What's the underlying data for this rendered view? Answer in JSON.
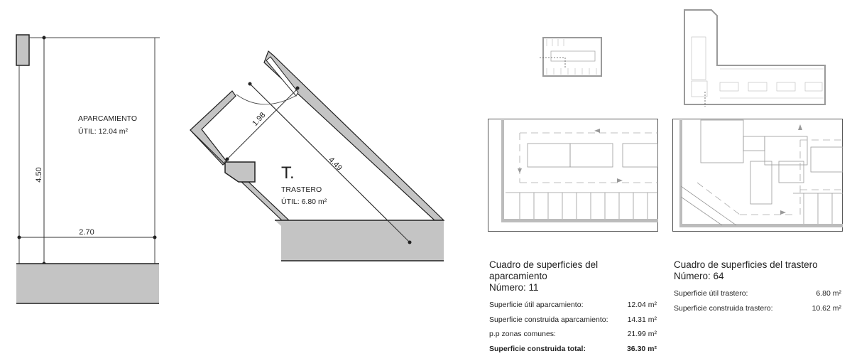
{
  "parking_plan": {
    "label": "APARCAMIENTO",
    "area": "ÚTIL: 12.04 m²",
    "dim_height": "4.50",
    "dim_width": "2.70"
  },
  "storage_plan": {
    "letter": "T.",
    "label": "TRASTERO",
    "area": "ÚTIL: 6.80 m²",
    "dim_width": "1.98",
    "dim_length": "4.49"
  },
  "key_plans": {
    "small_overview": "floor-plan-overview-parking",
    "large_overview": "floor-plan-overview-storage",
    "detail_left": "floor-plan-detail-parking",
    "detail_right": "floor-plan-detail-storage"
  },
  "parking_table": {
    "title": "Cuadro de superficies del aparcamiento",
    "number": "Número: 11",
    "rows": [
      {
        "label": "Superficie útil aparcamiento:",
        "value": "12.04 m²"
      },
      {
        "label": "Superficie construida aparcamiento:",
        "value": "14.31 m²"
      },
      {
        "label": "p.p zonas comunes:",
        "value": "21.99 m²"
      },
      {
        "label": "Superficie construida total:",
        "value": "36.30 m²"
      }
    ]
  },
  "storage_table": {
    "title": "Cuadro de superficies del trastero",
    "number": "Número: 64",
    "rows": [
      {
        "label": "Superficie útil trastero:",
        "value": "6.80 m²"
      },
      {
        "label": "Superficie construida trastero:",
        "value": "10.62 m²"
      }
    ]
  },
  "colors": {
    "wall_fill": "#c4c4c4",
    "line": "#222222",
    "plan_line": "#9a9a9a"
  }
}
